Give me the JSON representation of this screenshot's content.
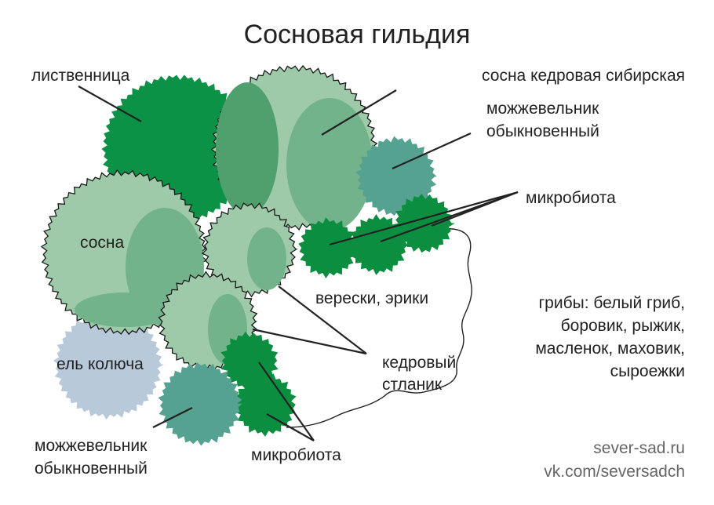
{
  "title": "Сосновая гильдия",
  "labels": {
    "larch": "лиственница",
    "cedar_pine": "сосна кедровая сибирская",
    "juniper_top_line1": "можжевельник",
    "juniper_top_line2": "обыкновенный",
    "microbiota_top": "микробиота",
    "pine": "сосна",
    "heath": "верески, эрики",
    "mushrooms_line1": "грибы: белый гриб,",
    "mushrooms_line2": "боровик, рыжик,",
    "mushrooms_line3": "масленок, маховик,",
    "mushrooms_line4": "сыроежки",
    "dwarf_pine_line1": "кедровый",
    "dwarf_pine_line2": "стланик",
    "spruce": "ель колюча",
    "juniper_bottom_line1": "можжевельник",
    "juniper_bottom_line2": "обыкновенный",
    "microbiota_bottom": "микробиота"
  },
  "footer": {
    "site": "sever-sad.ru",
    "vk": "vk.com/seversadch"
  },
  "colors": {
    "larch": "#0b9246",
    "pine_light": "#9ecaa9",
    "pine_mid": "#72b38b",
    "pine_dark": "#4fa06d",
    "juniper": "#56a292",
    "microbiota": "#0b8e3f",
    "spruce": "#b8c9da"
  }
}
